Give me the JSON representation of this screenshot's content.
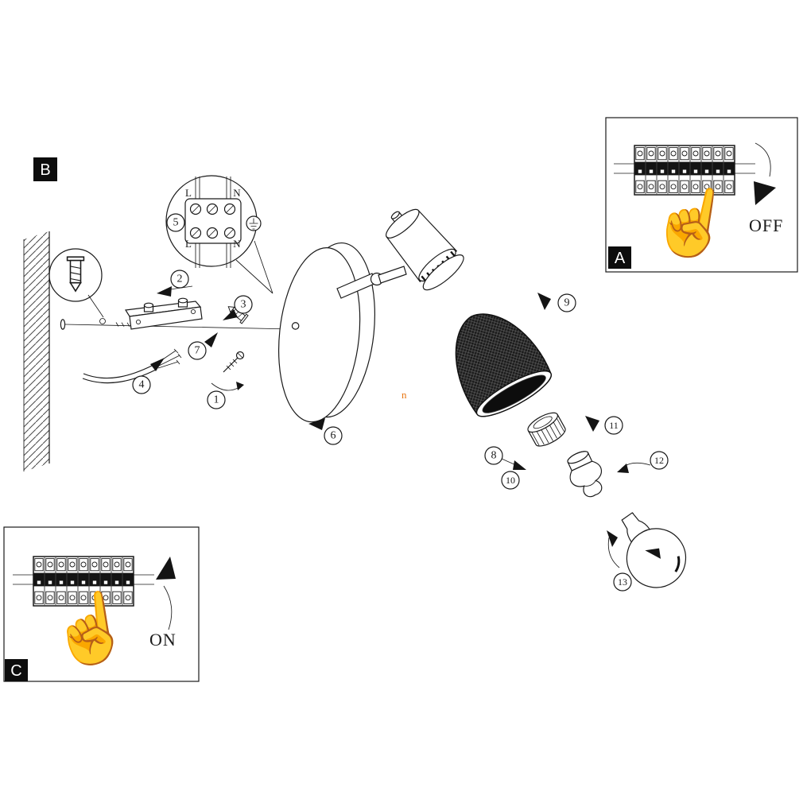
{
  "colors": {
    "ink": "#1a1a1a",
    "paper": "#ffffff",
    "shade_fill": "#1c1c1c",
    "accent": "#e87511"
  },
  "icons": {
    "hand": "☝"
  },
  "tags": {
    "a": "A",
    "b": "B",
    "c": "C"
  },
  "switch_labels": {
    "off": "OFF",
    "on": "ON"
  },
  "terminal": {
    "top_left": "L",
    "top_right": "N",
    "bottom_left": "L",
    "bottom_right": "N"
  },
  "callouts": {
    "c1": "1",
    "c2": "2",
    "c3": "3",
    "c4": "4",
    "c5": "5",
    "c6": "6",
    "c7": "7",
    "c8": "8",
    "c9": "9",
    "c10": "10",
    "c11": "11",
    "c12": "12",
    "c13": "13"
  },
  "watermark": "n"
}
